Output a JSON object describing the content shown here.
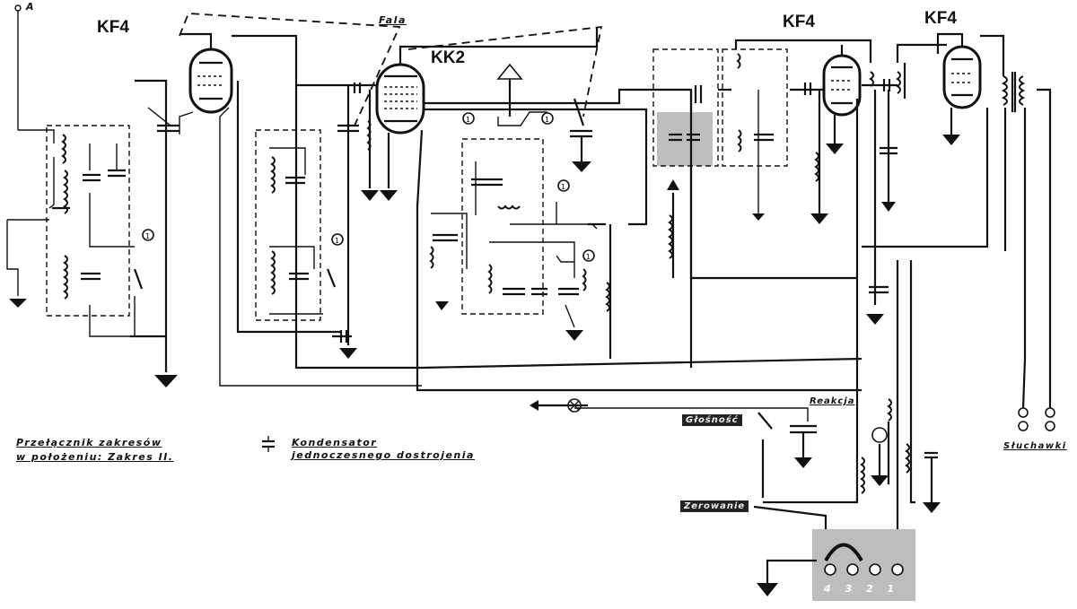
{
  "diagram": {
    "tubes": [
      {
        "id": "t1",
        "label": "KF4"
      },
      {
        "id": "t2",
        "label": "KK2"
      },
      {
        "id": "t3",
        "label": "KF4"
      },
      {
        "id": "t4",
        "label": "KF4"
      }
    ],
    "antenna_label": "A",
    "fala_label": "Fala",
    "switch_marks": [
      "1",
      "1",
      "1",
      "1",
      "1",
      "1"
    ],
    "notes": {
      "range_switch_line1": "Przełącznik zakresów",
      "range_switch_line2": "w położeniu: Zakres II.",
      "capacitor_line1": "Kondensator",
      "capacitor_line2": "jednoczesnego dostrojenia"
    },
    "labels": {
      "reakcja": "Reakcja",
      "glosnosc": "Głośność",
      "zerowanie": "Zerowanie",
      "sluchawki": "Słuchawki",
      "bottom_terminals": "4  3  2  1"
    }
  }
}
